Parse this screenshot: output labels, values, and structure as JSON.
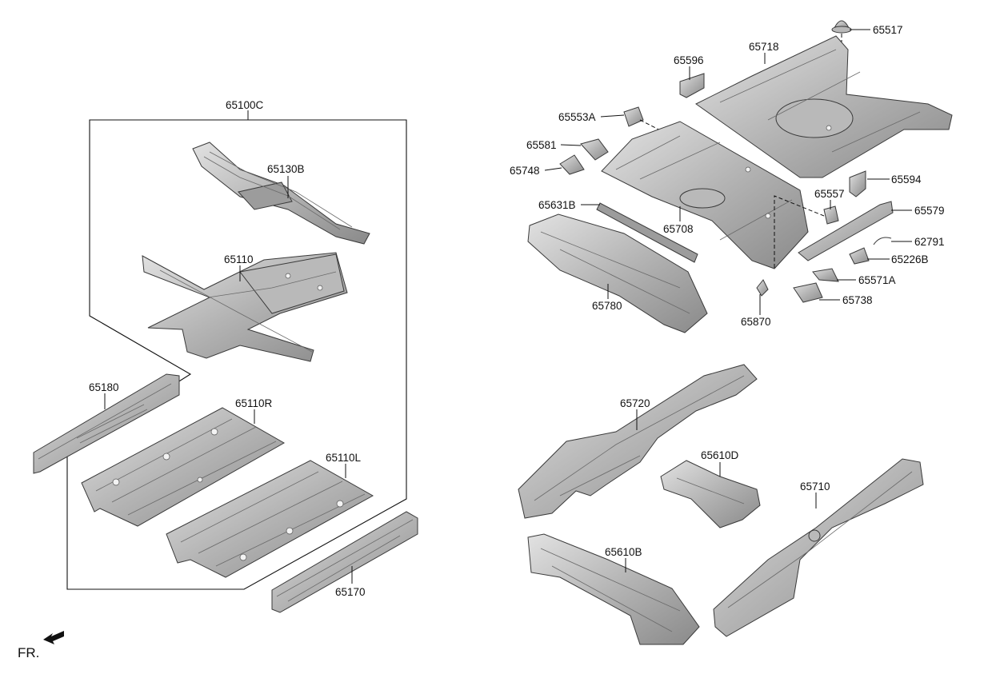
{
  "labels": {
    "p65100C": "65100C",
    "p65130B": "65130B",
    "p65110": "65110",
    "p65180": "65180",
    "p65110R": "65110R",
    "p65110L": "65110L",
    "p65170": "65170",
    "p65517": "65517",
    "p65718": "65718",
    "p65596": "65596",
    "p65553A": "65553A",
    "p65581": "65581",
    "p65748": "65748",
    "p65631B": "65631B",
    "p65708": "65708",
    "p65780": "65780",
    "p65557": "65557",
    "p65594": "65594",
    "p65579": "65579",
    "p62791": "62791",
    "p65226B": "65226B",
    "p65571A": "65571A",
    "p65738": "65738",
    "p65870": "65870",
    "p65720": "65720",
    "p65610D": "65610D",
    "p65710": "65710",
    "p65610B": "65610B"
  },
  "direction_indicator": "FR.",
  "colors": {
    "part_light": "#d9d9d9",
    "part_dark": "#8e8e8e",
    "line": "#111111"
  }
}
